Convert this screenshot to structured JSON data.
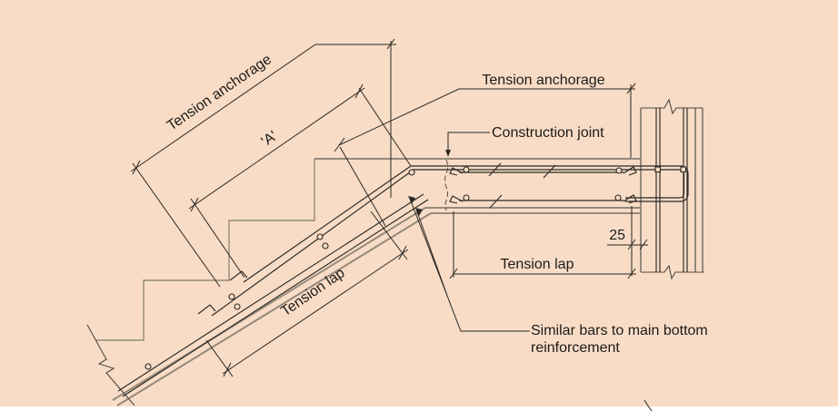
{
  "drawing": {
    "title": "stair-landing reinforcement detail",
    "labels": {
      "diag_tension_anchorage": "Tension anchorage",
      "dim_a": "'A'",
      "horiz_tension_anchorage": "Tension anchorage",
      "construction_joint": "Construction joint",
      "dim_25": "25",
      "tension_lap_horiz": "Tension lap",
      "tension_lap_diag": "Tension lap",
      "similar_bars_line1": "Similar bars to main bottom",
      "similar_bars_line2": "reinforcement"
    },
    "colors": {
      "background": "#f8dcc6",
      "line": "#2a2824",
      "concrete": "#95897a",
      "text": "#1d1b18"
    }
  }
}
